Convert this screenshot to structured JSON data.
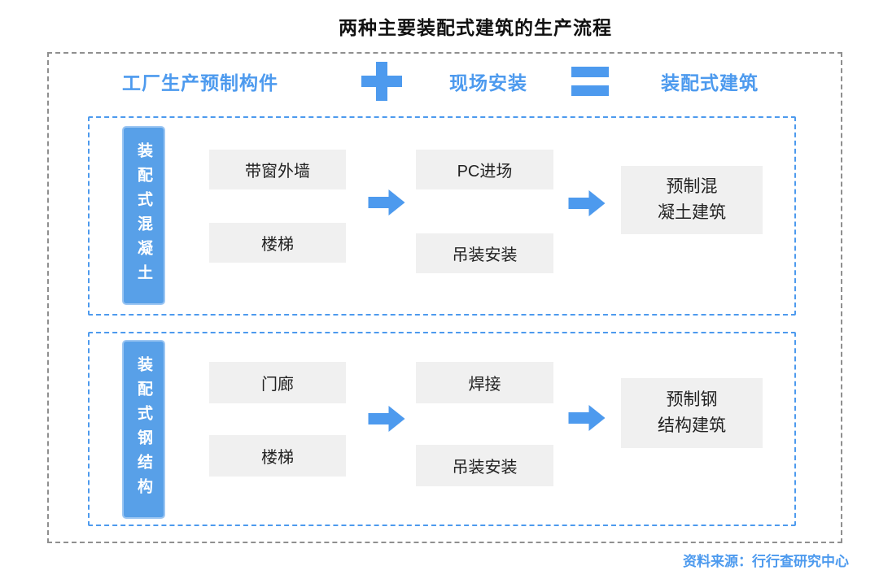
{
  "title": "两种主要装配式建筑的生产流程",
  "accent_color": "#4d9aee",
  "box_fill_color": "#f0f0f0",
  "header": {
    "factory_label": "工厂生产预制构件",
    "plus_icon": "+",
    "site_label": "现场安装",
    "equals_icon": "=",
    "result_label": "装配式建筑"
  },
  "sections": [
    {
      "label": "装配式混凝土",
      "components": [
        "带窗外墙",
        "楼梯"
      ],
      "steps": [
        "PC进场",
        "吊装安装"
      ],
      "result": "预制混\n凝土建筑"
    },
    {
      "label": "装配式钢结构",
      "components": [
        "门廊",
        "楼梯"
      ],
      "steps": [
        "焊接",
        "吊装安装"
      ],
      "result": "预制钢\n结构建筑"
    }
  ],
  "footer": {
    "source": "资料来源：行行查研究中心"
  }
}
